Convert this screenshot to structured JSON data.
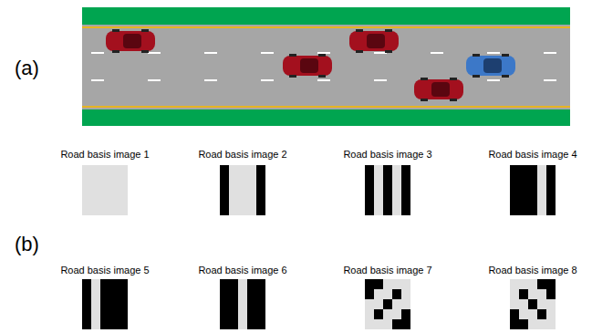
{
  "diagram": {
    "nodes": [
      {
        "text": [
          "Road basis image 1"
        ]
      },
      {
        "text": [
          "Road basis image 2"
        ]
      },
      {
        "text": [
          "Road basis image 3"
        ]
      },
      {
        "text": [
          "Road basis image 4"
        ]
      },
      {
        "text": [
          "Road basis image 5"
        ]
      },
      {
        "text": [
          "Road basis image 6"
        ]
      },
      {
        "text": [
          "Road basis image 7"
        ]
      },
      {
        "text": [
          "Road basis image 8"
        ]
      }
    ],
    "labels": [
      "(a)",
      "(b)"
    ]
  }
}
